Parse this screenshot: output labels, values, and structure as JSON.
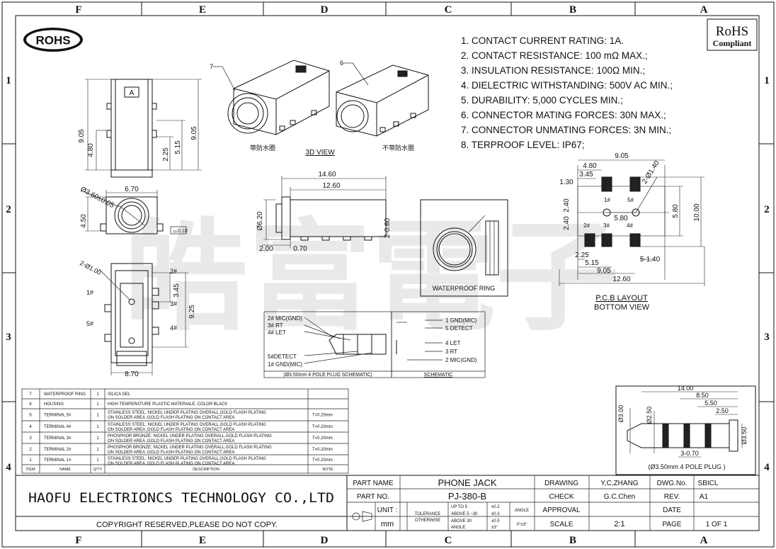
{
  "border": {
    "cols": [
      "F",
      "E",
      "D",
      "C",
      "B",
      "A"
    ],
    "rows": [
      "1",
      "2",
      "3",
      "4"
    ]
  },
  "badges": {
    "rohs_logo": "ROHS",
    "rohs_top": "RoHS",
    "rohs_bottom": "Compliant"
  },
  "specs": [
    "1. CONTACT CURRENT RATING: 1A.",
    "2. CONTACT RESISTANCE: 100 mΩ MAX.;",
    "3. INSULATION RESISTANCE: 100Ω MIN.;",
    "4. DIELECTRIC WITHSTANDING: 500V AC MIN.;",
    "5. DURABILITY: 5,000 CYCLES MIN.;",
    "6. CONNECTOR MATING FORCES: 30N   MAX.;",
    "7. CONNECTOR UNMATING FORCES: 3N MIN.;",
    "8. TERPROOF LEVEL: IP67;"
  ],
  "view3d": {
    "label": "3D VIEW",
    "left_note": "带防水圈",
    "right_note": "不带防水圈",
    "callout_7": "7",
    "callout_6": "6",
    "face_mark": "A"
  },
  "front_view": {
    "dims": [
      "9.05",
      "4.80",
      "2.25",
      "5.15",
      "9.05"
    ]
  },
  "side_view": {
    "dims": [
      "Ø3.60±0.05",
      "6.70",
      "4.50"
    ],
    "flatness": "0.10"
  },
  "bottom_view": {
    "dims": [
      "2-Ø1.00",
      "2#",
      "1#",
      "3#",
      "5#",
      "4#",
      "3.45",
      "9.25",
      "8.70"
    ]
  },
  "mid_view": {
    "dims": [
      "14.60",
      "12.60",
      "Ø6.20",
      "2-0.60",
      "2.00",
      "0.70"
    ]
  },
  "ring_view": {
    "label": "WATERPROOF RING"
  },
  "pcb": {
    "dims": [
      "9.05",
      "4.80",
      "3.45",
      "1.30",
      "2.40",
      "2-Ø1.40",
      "2.40",
      "5.80",
      "5.80",
      "10.00",
      "2.25",
      "5.15",
      "9.05",
      "5-1.40",
      "12.60"
    ],
    "pins": [
      "1#",
      "5#",
      "2#",
      "3#",
      "4#"
    ],
    "title": "P.C.B LAYOUT",
    "subtitle": "BOTTOM VIEW"
  },
  "schematic": {
    "left_labels": [
      "2# MIC(GND)",
      "3# RT",
      "4# LET",
      "5#DETECT",
      "1# GND(MIC)"
    ],
    "left_caption": "(Ø3.50mm 4 POLE PLUG SCHEMATIC)",
    "right_labels": [
      "1 GND(MIC)",
      "5 DETECT",
      "4 LET",
      "3 RT",
      "2 MIC(GND)"
    ],
    "right_caption": "SCHEMATIC"
  },
  "plug": {
    "dims": [
      "14.00",
      "8.50",
      "5.50",
      "2.50",
      "Ø3.00",
      "Ø2.50",
      "3-0.70",
      "Ø3.50"
    ],
    "caption": "(Ø3.50mm 4 POLE PLUG )"
  },
  "watermark": "皓富電子",
  "bom": {
    "header": [
      "ITEM",
      "NAME",
      "Q'TY",
      "DESCRIPTION",
      "NOTE"
    ],
    "rows": [
      {
        "item": "7",
        "name": "WATERPROOF RING",
        "qty": "1",
        "desc": [
          "SILICA GEL"
        ],
        "note": ""
      },
      {
        "item": "6",
        "name": "HOUSING",
        "qty": "1",
        "desc": [
          "HIGH TEMPERATURE PLASTIC MATERIALE; COLOR BLACK"
        ],
        "note": ""
      },
      {
        "item": "5",
        "name": "TERMINAL 5#",
        "qty": "1",
        "desc": [
          "STAINLESS STEEL; NICKEL UNDER PLATING OVERALL,GOLD FLASH PLATING",
          "ON SOLDER AREA ;GOLD FLASH PLATING ON CONTACT AREA"
        ],
        "note": "T=0.20mm"
      },
      {
        "item": "4",
        "name": "TERMINAL 4#",
        "qty": "1",
        "desc": [
          "STAINLESS STEEL; NICKEL UNDER PLATING OVERALL,GOLD FLASH PLATING",
          "ON SOLDER AREA ;GOLD FLASH PLATING ON CONTACT AREA"
        ],
        "note": "T=0.20mm"
      },
      {
        "item": "3",
        "name": "TERMINAL 3#",
        "qty": "1",
        "desc": [
          "PHOSPHOR BRONZE; NICKEL UNDER PLATING OVERALL,GOLD FLASH PLATING",
          "ON SOLDER AREA ;GOLD FLASH PLATING ON CONTACT AREA"
        ],
        "note": "T=0.20mm"
      },
      {
        "item": "2",
        "name": "TERMINAL 2#",
        "qty": "1",
        "desc": [
          "PHOSPHOR BRONZE; NICKEL UNDER PLATING OVERALL,GOLD FLASH PLATING",
          "ON SOLDER AREA ;GOLD FLASH PLATING ON CONTACT AREA"
        ],
        "note": "T=0.20mm"
      },
      {
        "item": "1",
        "name": "TERMINAL 1#",
        "qty": "1",
        "desc": [
          "STAINLESS STEEL; NICKEL UNDER PLATING OVERALL,GOLD FLASH PLATING",
          "ON SOLDER AREA ;GOLD FLASH PLATING ON CONTACT AREA"
        ],
        "note": "T=0.20mm"
      }
    ]
  },
  "title_block": {
    "company": "HAOFU ELECTRIONCS TECHNOLOGY CO.,LTD",
    "copyright": "COPYRIGHT RESERVED,PLEASE DO NOT COPY.",
    "part_name_label": "PART NAME",
    "part_name": "PHONE JACK",
    "part_no_label": "PART NO.",
    "part_no": "PJ-380-B",
    "unit_label": "UNIT :",
    "unit": "mm",
    "tolerance_label": "TOLERANCE",
    "otherwise_label": "OTHERWISE",
    "tol_ranges": [
      "UP TO 5",
      "ABOVE 5 ~30",
      "ABOVE 30",
      "ANGLE"
    ],
    "tol_values": [
      "±0.2",
      "±0.3",
      "±0.5",
      "±3°"
    ],
    "angle_label": "ANGLE",
    "angle_value": "0°±3°",
    "drawing_label": "DRAWING",
    "drawing": "Y,C,ZHANG",
    "check_label": "CHECK",
    "check": "G.C.Chen",
    "approval_label": "APPROVAL",
    "approval": "",
    "scale_label": "SCALE",
    "scale": "2:1",
    "dwg_no_label": "DWG.No.",
    "dwg_no": "SBICL",
    "rev_label": "REV.",
    "rev": "A1",
    "date_label": "DATE",
    "date": "",
    "page_label": "PAGE",
    "page": "1 OF 1"
  }
}
